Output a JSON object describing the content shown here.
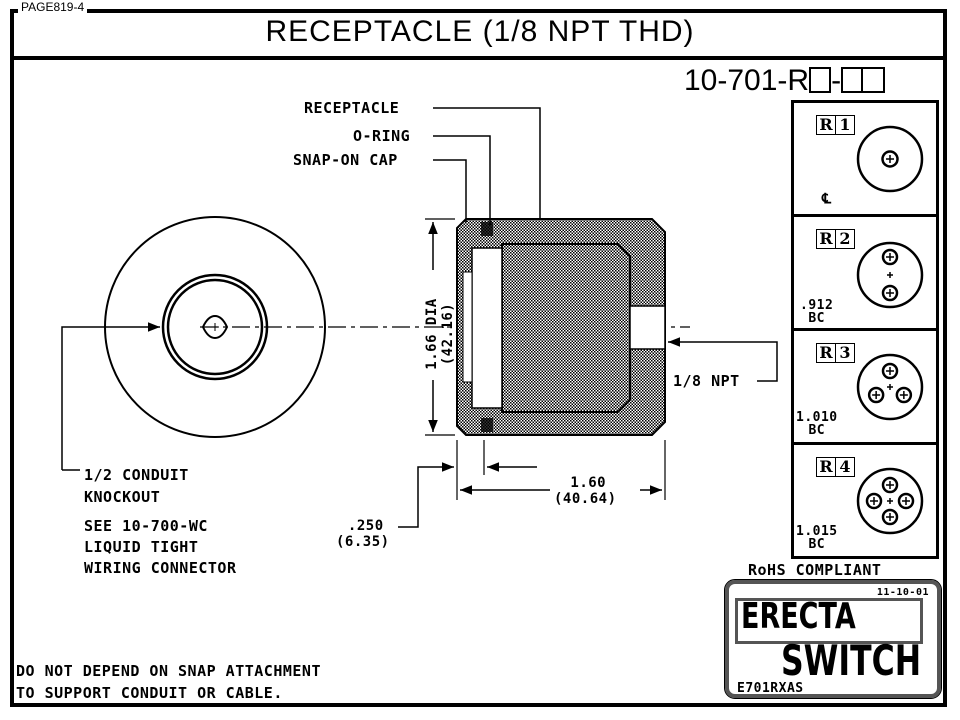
{
  "page_id": "PAGE819-4",
  "title": "RECEPTACLE (1/8 NPT THD)",
  "part_number": {
    "prefix": "10-701-R",
    "separator": "-",
    "option_boxes": 3
  },
  "callouts": {
    "receptacle": "RECEPTACLE",
    "o_ring": "O-RING",
    "snap_on_cap": "SNAP-ON CAP",
    "npt": "1/8 NPT"
  },
  "dimensions": {
    "diameter": "1.66 DIA",
    "diameter_mm": "(42.16)",
    "length": "1.60",
    "length_mm": "(40.64)",
    "cap": ".250",
    "cap_mm": "(6.35)"
  },
  "notes": {
    "knockout_line1": "1/2 CONDUIT",
    "knockout_line2": "KNOCKOUT",
    "see_line1": "SEE 10-700-WC",
    "see_line2": "LIQUID TIGHT",
    "see_line3": "WIRING CONNECTOR",
    "warning_line1": "DO NOT DEPEND ON SNAP ATTACHMENT",
    "warning_line2": "TO SUPPORT CONDUIT OR CABLE."
  },
  "options": [
    {
      "code_letter": "R",
      "code_digit": "1",
      "note": "℄",
      "note2": "",
      "holes": 1
    },
    {
      "code_letter": "R",
      "code_digit": "2",
      "note": ".912",
      "note2": "BC",
      "holes": 2
    },
    {
      "code_letter": "R",
      "code_digit": "3",
      "note": "1.010",
      "note2": "BC",
      "holes": 3
    },
    {
      "code_letter": "R",
      "code_digit": "4",
      "note": "1.015",
      "note2": "BC",
      "holes": 4
    }
  ],
  "compliance": "RoHS COMPLIANT",
  "logo": {
    "line1": "ERECTA",
    "line2": "SWITCH",
    "date": "11-10-01",
    "drawing_code": "E701RXAS"
  }
}
